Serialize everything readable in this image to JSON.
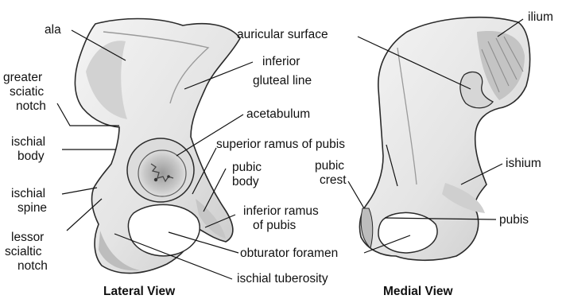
{
  "lateral": {
    "caption": "Lateral View",
    "labels": {
      "ala": "ala",
      "greater_line1": "greater",
      "greater_line2": "sciatic",
      "greater_line3": "notch",
      "ischial_body_line1": "ischial",
      "ischial_body_line2": "body",
      "ischial_spine_line1": "ischial",
      "ischial_spine_line2": "spine",
      "lessor_line1": "lessor",
      "lessor_line2": "scialtic",
      "lessor_line3": "notch",
      "inferior_gluteal_line1": "inferior",
      "inferior_gluteal_line2": "gluteal line",
      "acetabulum": "acetabulum",
      "superior_ramus": "superior ramus of pubis",
      "pubic_body_line1": "pubic",
      "pubic_body_line2": "body",
      "inferior_ramus_line1": "inferior ramus",
      "inferior_ramus_line2": "of pubis",
      "obturator_foramen": "obturator foramen",
      "ischial_tuberosity": "ischial tuberosity"
    }
  },
  "medial": {
    "caption": "Medial View",
    "labels": {
      "ilium": "ilium",
      "auricular_surface": "auricular surface",
      "ishium": "ishium",
      "pubic_crest_line1": "pubic",
      "pubic_crest_line2": "crest",
      "pubis": "pubis"
    }
  },
  "colors": {
    "bone_fill": "#e9e9e9",
    "bone_shadow": "#b4b4b4",
    "outline": "#2a2a2a",
    "text": "#111111"
  }
}
